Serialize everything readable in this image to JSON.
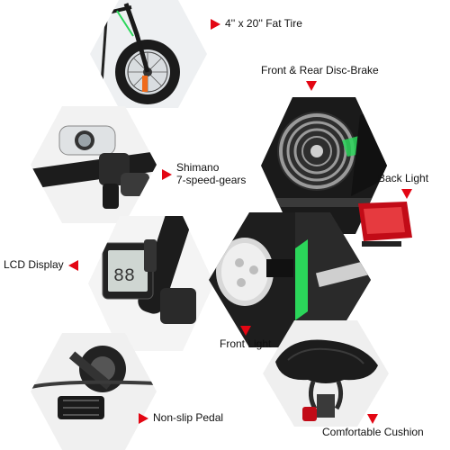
{
  "features": {
    "fat_tire": "4'' x 20'' Fat Tire",
    "disc_brake": "Front & Rear Disc-Brake",
    "gears_line1": "Shimano",
    "gears_line2": "7-speed-gears",
    "back_light": "Back Light",
    "lcd_display": "LCD Display",
    "front_light": "Front Light",
    "pedal": "Non-slip Pedal",
    "cushion": "Comfortable Cushion"
  },
  "colors": {
    "arrow": "#e30613",
    "accent_green": "#2bd65a"
  },
  "icons": {
    "arrow_right": "arrow-right-icon",
    "arrow_left": "arrow-left-icon",
    "arrow_down": "arrow-down-icon"
  }
}
